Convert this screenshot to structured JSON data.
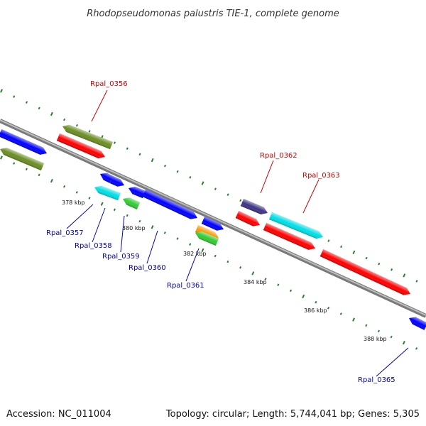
{
  "title": "Rhodopseudomonas palustris TIE-1, complete genome",
  "footer": {
    "accession": "Accession: NC_011004",
    "summary": "Topology: circular; Length: 5,744,041 bp; Genes: 5,305"
  },
  "colors": {
    "backbone": "#8a8a8a",
    "tick": "#2e7d32",
    "label_top": "#cc0000",
    "label_bottom": "#0000aa",
    "red": "#ff0000",
    "blue": "#0000ff",
    "olive": "#6b8e23",
    "cyan": "#00e0e8",
    "green": "#33cc33",
    "orange": "#ff9900",
    "purple": "#3d3585"
  },
  "scale_labels": [
    "378 kbp",
    "380 kbp",
    "382 kbp",
    "384 kbp",
    "386 kbp",
    "388 kbp"
  ],
  "gene_labels": {
    "top": [
      "Rpal_0356",
      "Rpal_0362",
      "Rpal_0363"
    ],
    "bottom": [
      "Rpal_0357",
      "Rpal_0358",
      "Rpal_0359",
      "Rpal_0360",
      "Rpal_0361",
      "Rpal_0365"
    ]
  }
}
